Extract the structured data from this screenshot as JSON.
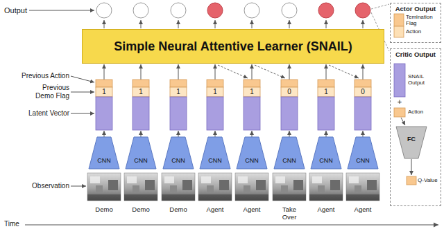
{
  "diagram": {
    "nodes": [
      {
        "text": [
          "Simple Neural Attentive Learner (SNAIL)"
        ]
      },
      {
        "text": [
          "Actor Output"
        ]
      },
      {
        "text": [
          "Critic Output"
        ]
      },
      {
        "text": [
          "FC"
        ],
        "in": 2
      },
      {
        "text": [
          "1"
        ]
      },
      {
        "text": [
          "1"
        ]
      },
      {
        "text": [
          "1"
        ]
      },
      {
        "text": [
          "1"
        ]
      },
      {
        "text": [
          "1"
        ]
      },
      {
        "text": [
          "0"
        ]
      },
      {
        "text": [
          "1"
        ]
      },
      {
        "text": [
          "0"
        ]
      },
      {
        "text": [
          "CNN"
        ]
      },
      {
        "text": [
          "CNN"
        ]
      },
      {
        "text": [
          "CNN"
        ]
      },
      {
        "text": [
          "CNN"
        ]
      },
      {
        "text": [
          "CNN"
        ]
      },
      {
        "text": [
          "CNN"
        ]
      },
      {
        "text": [
          "CNN"
        ]
      },
      {
        "text": [
          "CNN"
        ]
      }
    ],
    "edges": [
      {
        "from": 12,
        "to": 4,
        "arrow": "to"
      },
      {
        "from": 4,
        "to": 0,
        "arrow": "to"
      },
      {
        "from": 13,
        "to": 5,
        "arrow": "to"
      },
      {
        "from": 5,
        "to": 0,
        "arrow": "to"
      },
      {
        "from": 14,
        "to": 6,
        "arrow": "to"
      },
      {
        "from": 6,
        "to": 0,
        "arrow": "to"
      },
      {
        "from": 15,
        "to": 7,
        "arrow": "to"
      },
      {
        "from": 7,
        "to": 0,
        "arrow": "to"
      },
      {
        "from": 16,
        "to": 8,
        "arrow": "to"
      },
      {
        "from": 8,
        "to": 0,
        "arrow": "to"
      },
      {
        "from": 17,
        "to": 9,
        "arrow": "to"
      },
      {
        "from": 9,
        "to": 0,
        "arrow": "to"
      },
      {
        "from": 18,
        "to": 10,
        "arrow": "to"
      },
      {
        "from": 10,
        "to": 0,
        "arrow": "to"
      },
      {
        "from": 19,
        "to": 11,
        "arrow": "to"
      },
      {
        "from": 11,
        "to": 0,
        "arrow": "to"
      }
    ],
    "labels": [
      "Output",
      "Previous Action",
      "Previous Demo Flag",
      "Latent Vector",
      "Observation",
      "Time",
      "Demo",
      "Demo",
      "Demo",
      "Agent",
      "Agent",
      "Take Over",
      "Agent",
      "Agent",
      "Temination Flag",
      "Action",
      "SNAIL Output",
      "+",
      "Action",
      "Q-Value"
    ]
  }
}
